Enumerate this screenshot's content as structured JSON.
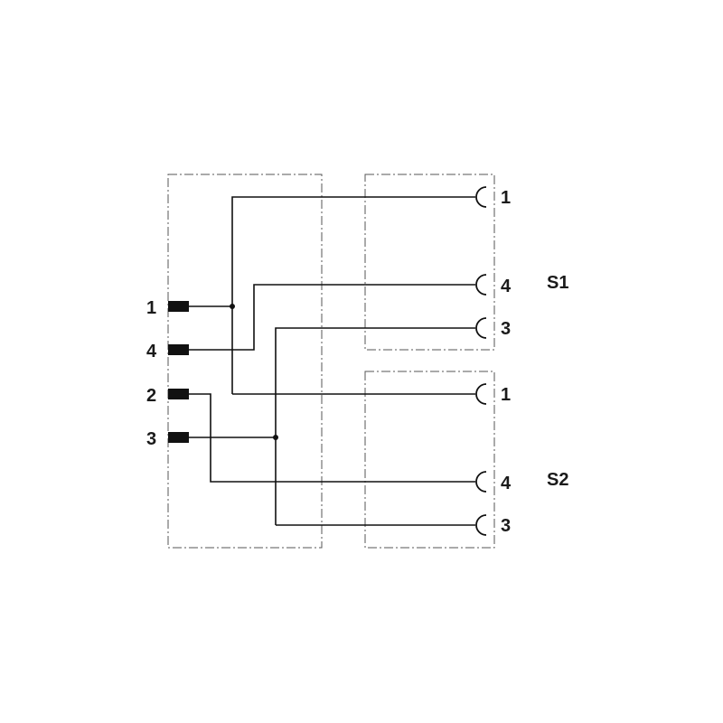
{
  "plug_pins": [
    "1",
    "4",
    "2",
    "3"
  ],
  "sockets": [
    {
      "name": "S1",
      "pins": [
        "1",
        "4",
        "3"
      ]
    },
    {
      "name": "S2",
      "pins": [
        "1",
        "4",
        "3"
      ]
    }
  ],
  "connections": [
    {
      "from": "1",
      "to": [
        "S1.1",
        "S2.1"
      ]
    },
    {
      "from": "4",
      "to": [
        "S1.4"
      ]
    },
    {
      "from": "2",
      "to": [
        "S2.4"
      ]
    },
    {
      "from": "3",
      "to": [
        "S1.3",
        "S2.3"
      ]
    }
  ]
}
